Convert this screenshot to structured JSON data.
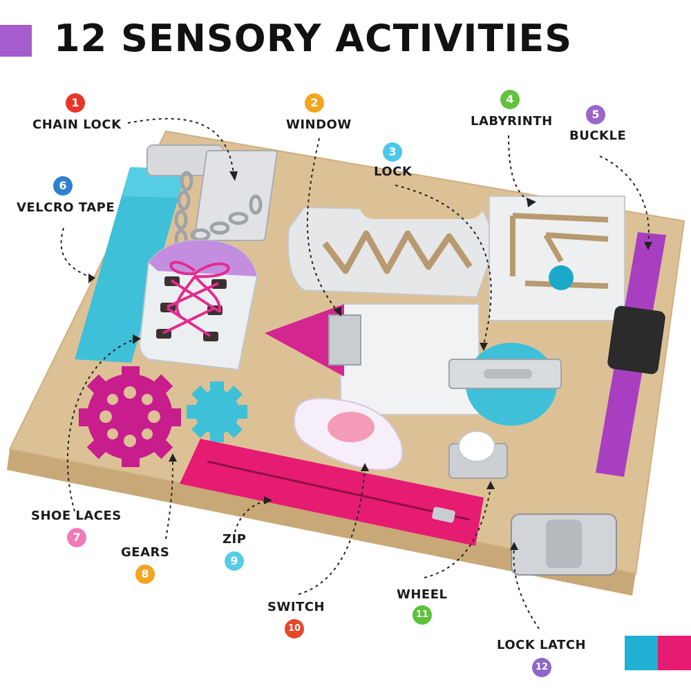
{
  "title": "12 SENSORY ACTIVITIES",
  "colors": {
    "accent_purple": "#a55ccc",
    "board_wood": "#ddc196",
    "teal": "#3ec0d8",
    "magenta": "#d4268f",
    "swatch_teal": "#1fb0d4",
    "swatch_pink": "#e61c72"
  },
  "activities": [
    {
      "number": "1",
      "label": "CHAIN LOCK",
      "color": "#e8352a"
    },
    {
      "number": "2",
      "label": "WINDOW",
      "color": "#f2a61e"
    },
    {
      "number": "3",
      "label": "LOCK",
      "color": "#4ec6e8"
    },
    {
      "number": "4",
      "label": "LABYRINTH",
      "color": "#62c240"
    },
    {
      "number": "5",
      "label": "BUCKLE",
      "color": "#9a66cc"
    },
    {
      "number": "6",
      "label": "VELCRO TAPE",
      "color": "#2f7fd1"
    },
    {
      "number": "7",
      "label": "SHOE LACES",
      "color": "#f07ab8"
    },
    {
      "number": "8",
      "label": "GEARS",
      "color": "#f4a421"
    },
    {
      "number": "9",
      "label": "ZIP",
      "color": "#56cbe8"
    },
    {
      "number": "10",
      "label": "SWITCH",
      "color": "#e8462a"
    },
    {
      "number": "11",
      "label": "WHEEL",
      "color": "#5cc23a"
    },
    {
      "number": "12",
      "label": "LOCK LATCH",
      "color": "#8c68c8"
    }
  ],
  "icons": [
    "title-square-icon",
    "busy-board-image",
    "color-swatch-icon"
  ]
}
